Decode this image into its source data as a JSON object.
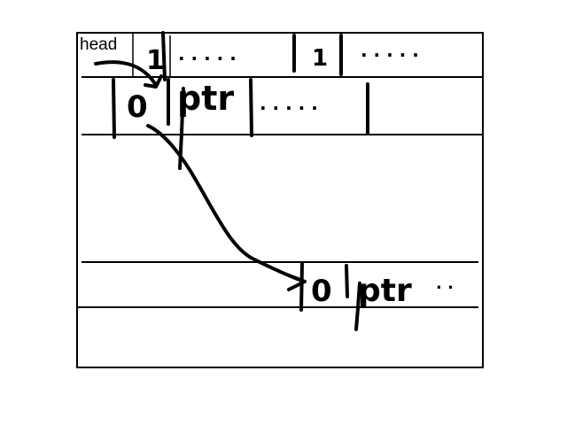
{
  "diagram": {
    "head_label": "head",
    "row1": {
      "cell1": "1",
      "dots1": ". . . . .",
      "cell2": "1",
      "dots2": ". . . . ."
    },
    "row2": {
      "cell1": "0",
      "cell2": "ptr",
      "dots": ". . . . ."
    },
    "row3": {
      "cell1": "0",
      "cell2": "ptr",
      "dots": ". ."
    }
  }
}
